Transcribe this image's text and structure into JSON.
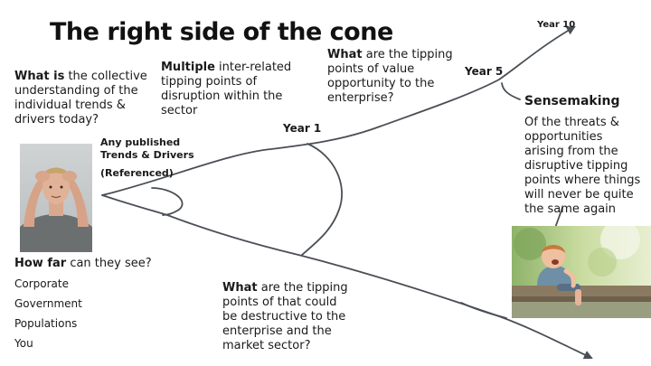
{
  "title": "The right side of the cone",
  "collective": {
    "bold": "What is",
    "rest": " the collective understanding of the individual trends & drivers today?"
  },
  "multiple": {
    "bold": "Multiple",
    "rest": " inter-related tipping points of disruption within the sector"
  },
  "value": {
    "bold": "What",
    "rest": " are the tipping points of value opportunity to the enterprise?"
  },
  "published": {
    "line1": "Any published",
    "line2": "Trends & Drivers",
    "line3": "(Referenced)"
  },
  "years": {
    "y1": "Year 1",
    "y5": "Year 5",
    "y10": "Year 10"
  },
  "sensemaking": {
    "title": "Sensemaking",
    "body": "Of the threats & opportunities arising from the disruptive tipping points where things will never be quite the same again"
  },
  "destructive": {
    "bold": "What",
    "rest": " are the tipping points of that could be destructive to the enterprise and the market sector?"
  },
  "howfar": {
    "bold": "How far",
    "rest": " can they see?"
  },
  "audiences": [
    "Corporate",
    "Government",
    "Populations",
    "You"
  ],
  "colors": {
    "line": "#4a4f55",
    "text": "#1a1a1a"
  }
}
